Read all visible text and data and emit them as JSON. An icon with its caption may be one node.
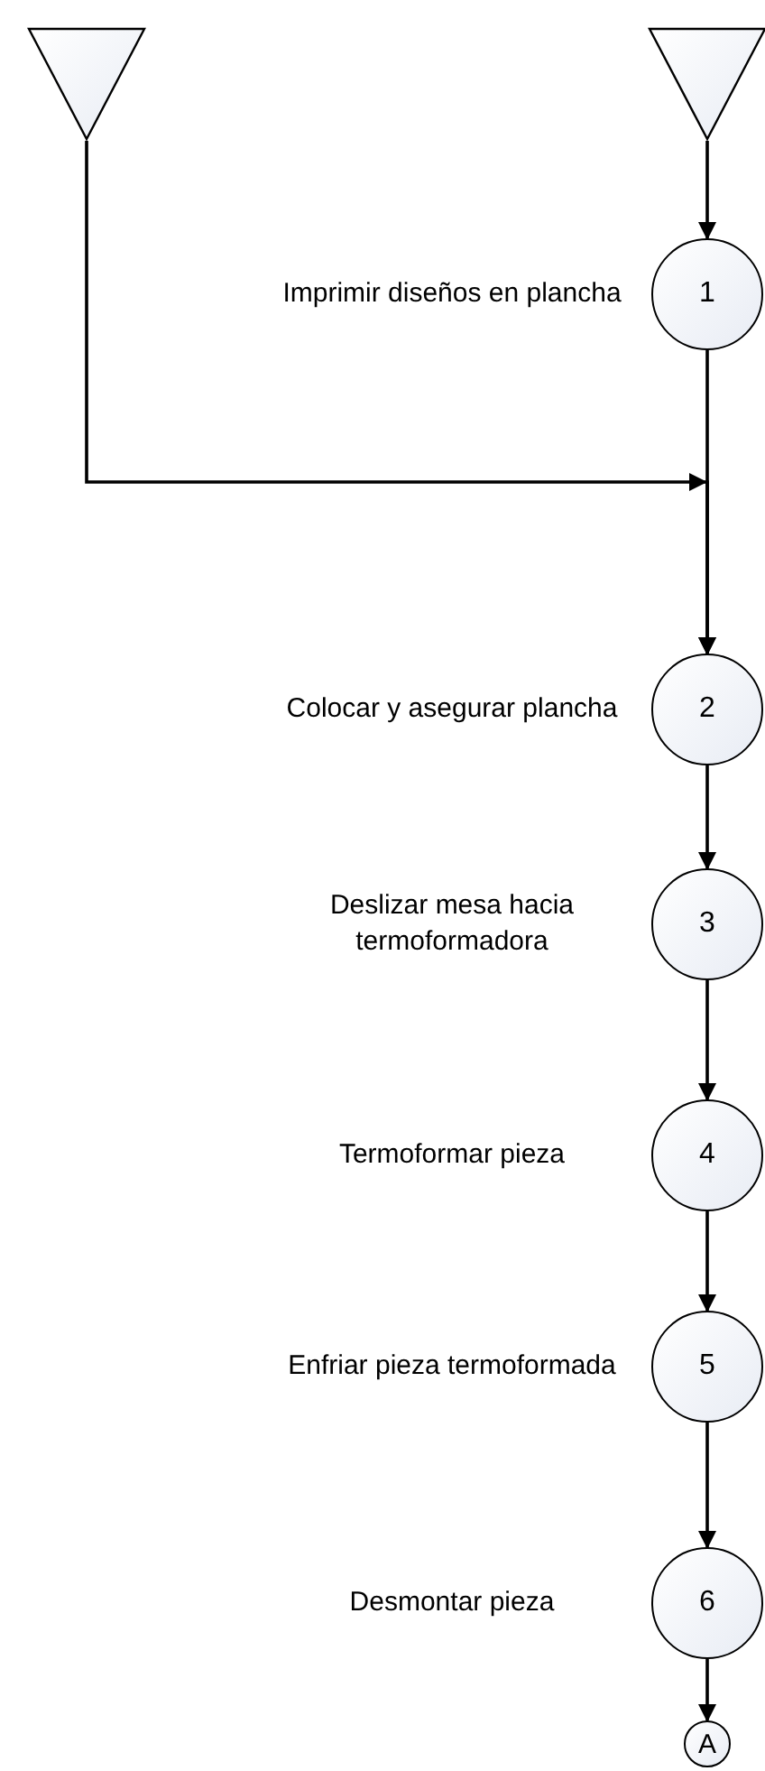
{
  "diagram": {
    "nodes": [
      {
        "text": [],
        "shape": "triangle"
      },
      {
        "text": [],
        "shape": "triangle"
      },
      {
        "text": [
          "1"
        ],
        "beside": [
          "Imprimir diseños en plancha"
        ]
      },
      {
        "text": [
          "2"
        ],
        "beside": [
          "Colocar y asegurar plancha"
        ]
      },
      {
        "text": [
          "3"
        ],
        "beside": [
          "Deslizar mesa hacia termoformadora"
        ]
      },
      {
        "text": [
          "4"
        ],
        "beside": [
          "Termoformar pieza"
        ]
      },
      {
        "text": [
          "5"
        ],
        "beside": [
          "Enfriar pieza termoformada"
        ]
      },
      {
        "text": [
          "6"
        ],
        "beside": [
          "Desmontar pieza"
        ]
      },
      {
        "text": [
          "A"
        ]
      }
    ],
    "edges": [
      {
        "from": 1,
        "to": 2,
        "arrow": "to"
      },
      {
        "from": 2,
        "to": 3,
        "arrow": "to"
      },
      {
        "from": 0,
        "to": 3,
        "arrow": "to"
      },
      {
        "from": 3,
        "to": 4,
        "arrow": "to"
      },
      {
        "from": 4,
        "to": 5,
        "arrow": "to"
      },
      {
        "from": 5,
        "to": 6,
        "arrow": "to"
      },
      {
        "from": 6,
        "to": 7,
        "arrow": "to"
      },
      {
        "from": 7,
        "to": 8,
        "arrow": "to"
      }
    ]
  }
}
